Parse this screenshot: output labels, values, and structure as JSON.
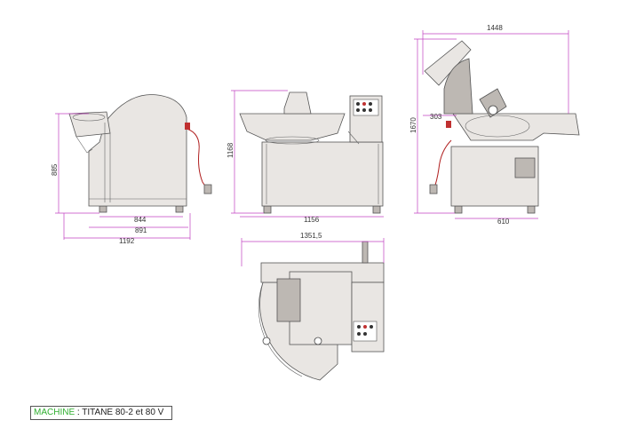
{
  "caption": {
    "key": "MACHINE",
    "separator": " : ",
    "value": "TITANE 80-2 et 80 V"
  },
  "dimensions": {
    "side_height": "885",
    "side_depth_base": "844",
    "side_depth_mid": "891",
    "side_depth_total": "1192",
    "front_height": "1168",
    "front_width": "1156",
    "right_width_top": "1448",
    "right_height": "1670",
    "right_offset": "303",
    "right_base": "610",
    "top_width": "1351,5"
  },
  "colors": {
    "dimension_line": "#c040c0",
    "caption_key": "#2fae2f"
  }
}
